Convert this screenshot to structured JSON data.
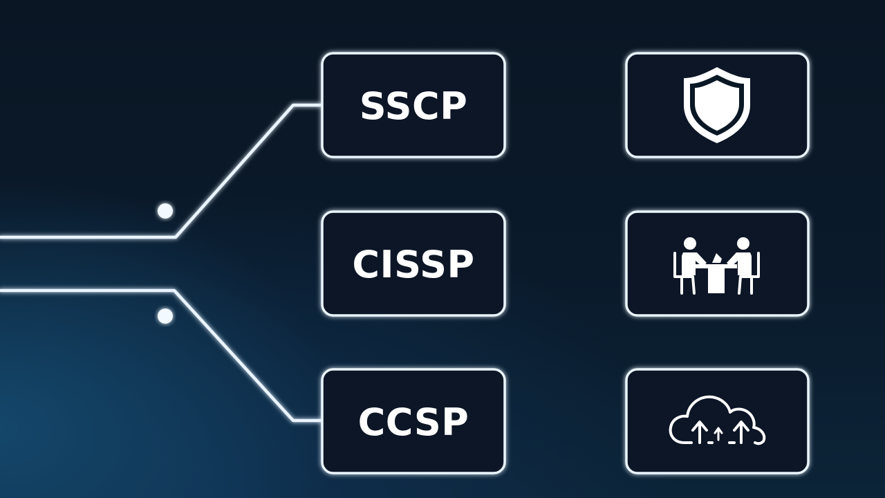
{
  "certifications": [
    {
      "label": "SSCP",
      "icon": "shield-icon"
    },
    {
      "label": "CISSP",
      "icon": "meeting-icon"
    },
    {
      "label": "CCSP",
      "icon": "cloud-upload-icon"
    }
  ],
  "colors": {
    "background": "#0a1624",
    "line": "#e9f4ff",
    "box_fill": "#0a1725",
    "text": "#ffffff"
  }
}
